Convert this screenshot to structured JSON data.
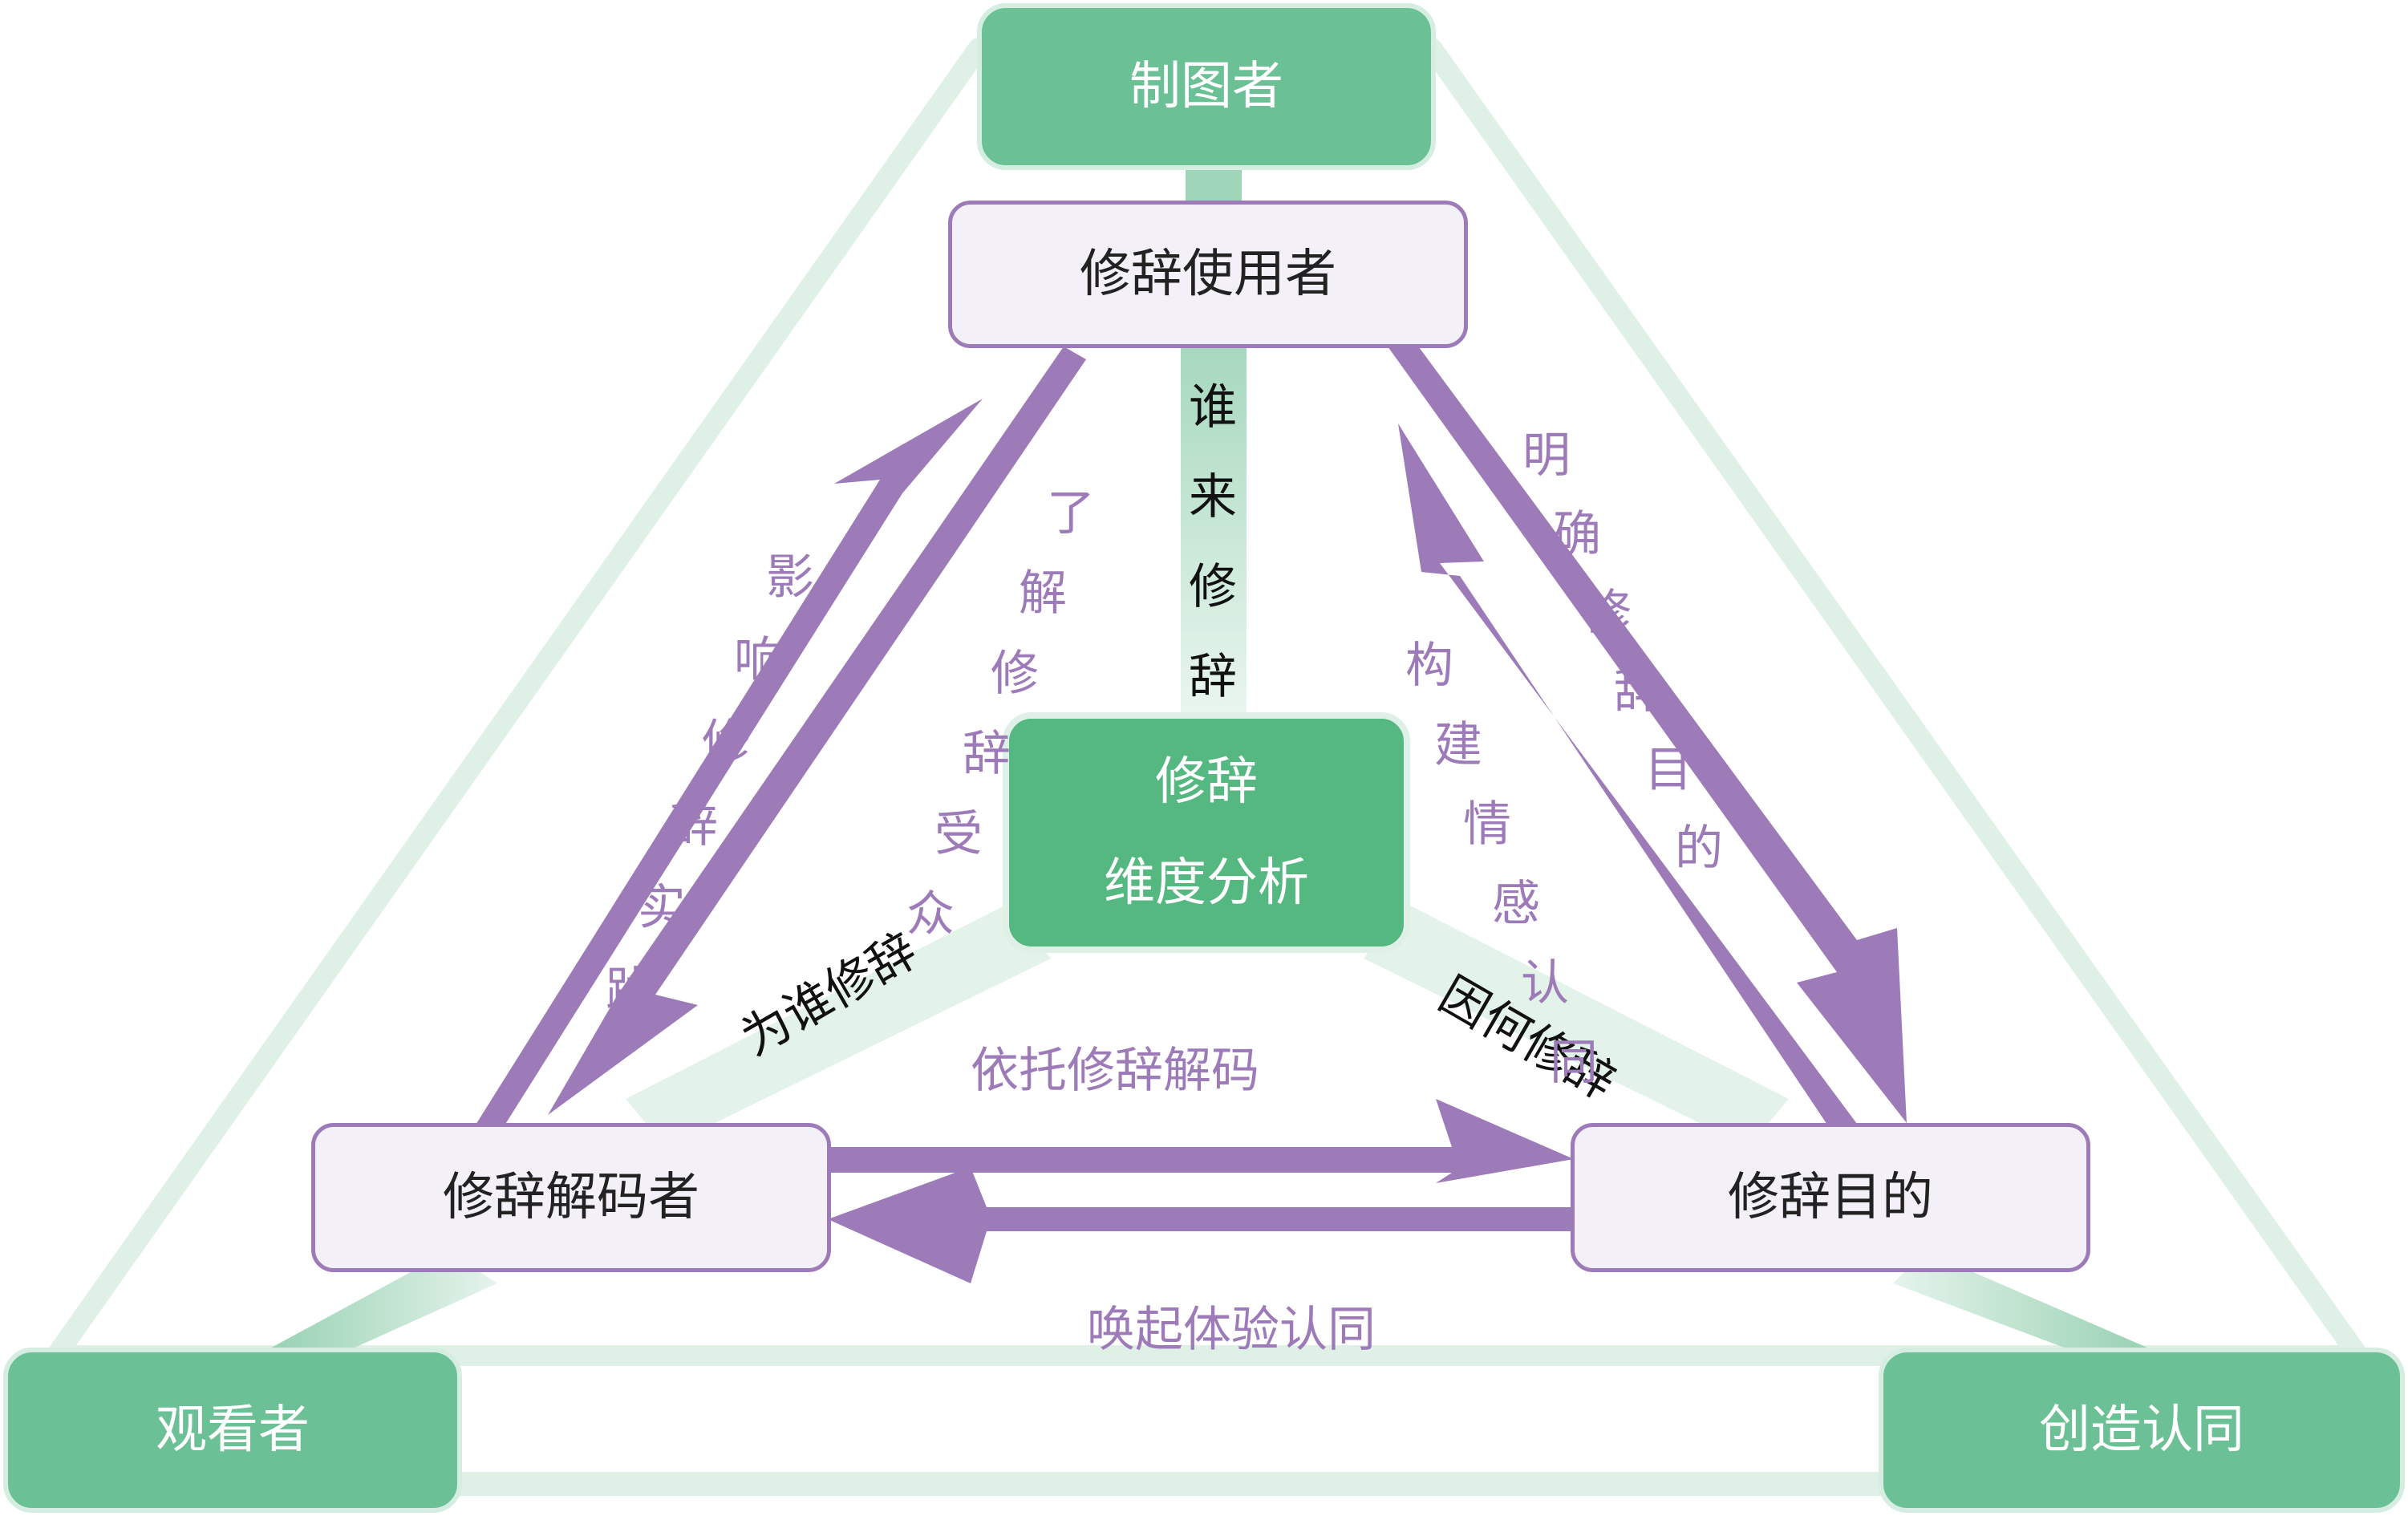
{
  "nodes": {
    "maker": "制图者",
    "viewer": "观看者",
    "create_identity": "创造认同",
    "rhetoric_user": "修辞使用者",
    "rhetoric_decoder": "修辞解码者",
    "rhetoric_purpose": "修辞目的",
    "center_line1": "修辞",
    "center_line2": "维度分析"
  },
  "edges": {
    "who": "谁来修辞",
    "for_whom": "为谁修辞",
    "why": "因何修辞",
    "influence_practice": "影响修辞实践",
    "understand_audience": "了解修辞受众",
    "clarify_purpose": "明确修辞目的",
    "build_emotion": "构建情感认同",
    "decode_relay": "依托修辞解码",
    "evoke_experience": "唤起体验认同"
  },
  "colors": {
    "green_node": "#6cc095",
    "center_node": "#55b880",
    "light_green_line": "#dff1e7",
    "purple_arrow": "#9d7bb8",
    "purple_box_fill": "#f3f0f8"
  }
}
